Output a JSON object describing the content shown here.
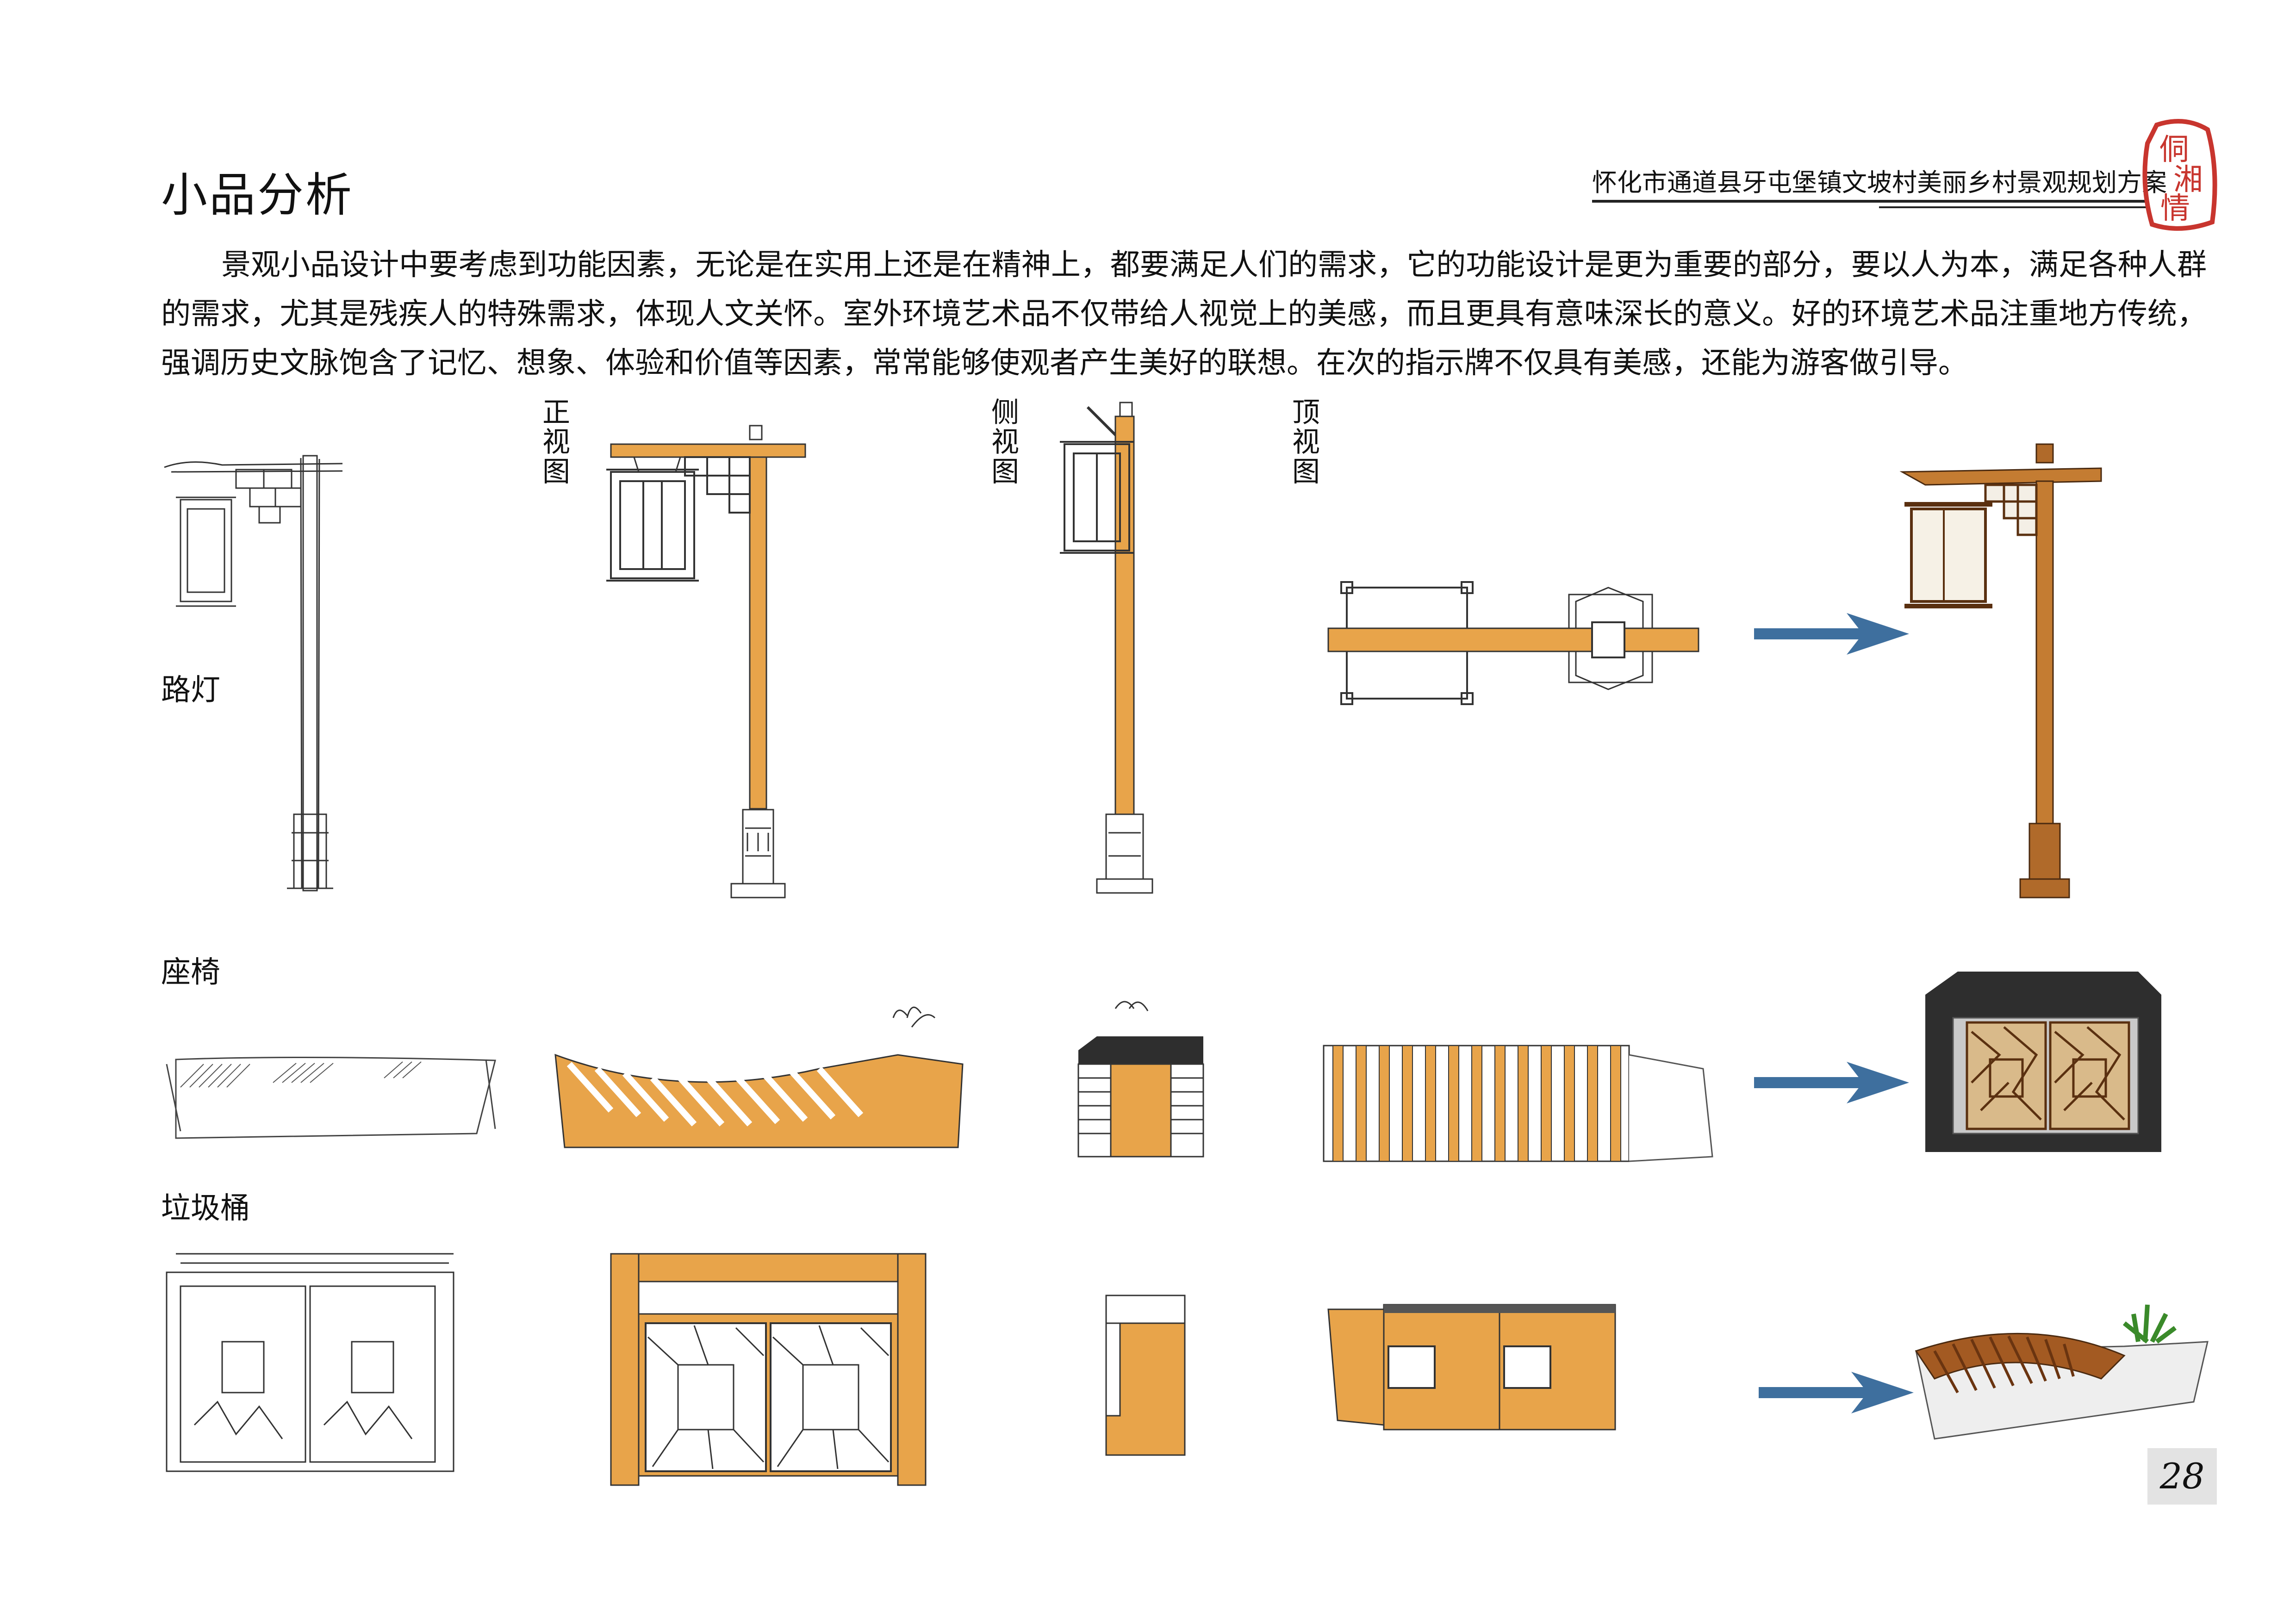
{
  "header": {
    "page_title": "小品分析",
    "project_title": "怀化市通道县牙屯堡镇文坡村美丽乡村景观规划方案",
    "seal_text": [
      "侗",
      "湘",
      "情"
    ]
  },
  "intro_text": "景观小品设计中要考虑到功能因素，无论是在实用上还是在精神上，都要满足人们的需求，它的功能设计是更为重要的部分，要以人为本，满足各种人群的需求，尤其是残疾人的特殊需求，体现人文关怀。室外环境艺术品不仅带给人视觉上的美感，而且更具有意味深长的意义。好的环境艺术品注重地方传统，强调历史文脉饱含了记忆、想象、体验和价值等因素，常常能够使观者产生美好的联想。在次的指示牌不仅具有美感，还能为游客做引导。",
  "view_labels": {
    "front": "正视图",
    "side": "侧视图",
    "top": "顶视图"
  },
  "sections": {
    "street_lamp": "路灯",
    "bench": "座椅",
    "trash_bin": "垃圾桶"
  },
  "page_number": "28",
  "colors": {
    "wood": "#e8a44a",
    "wood_dark": "#b06a2a",
    "arrow": "#3e6f9e",
    "seal": "#c8352e",
    "bin_dark": "#2e2e2e"
  }
}
